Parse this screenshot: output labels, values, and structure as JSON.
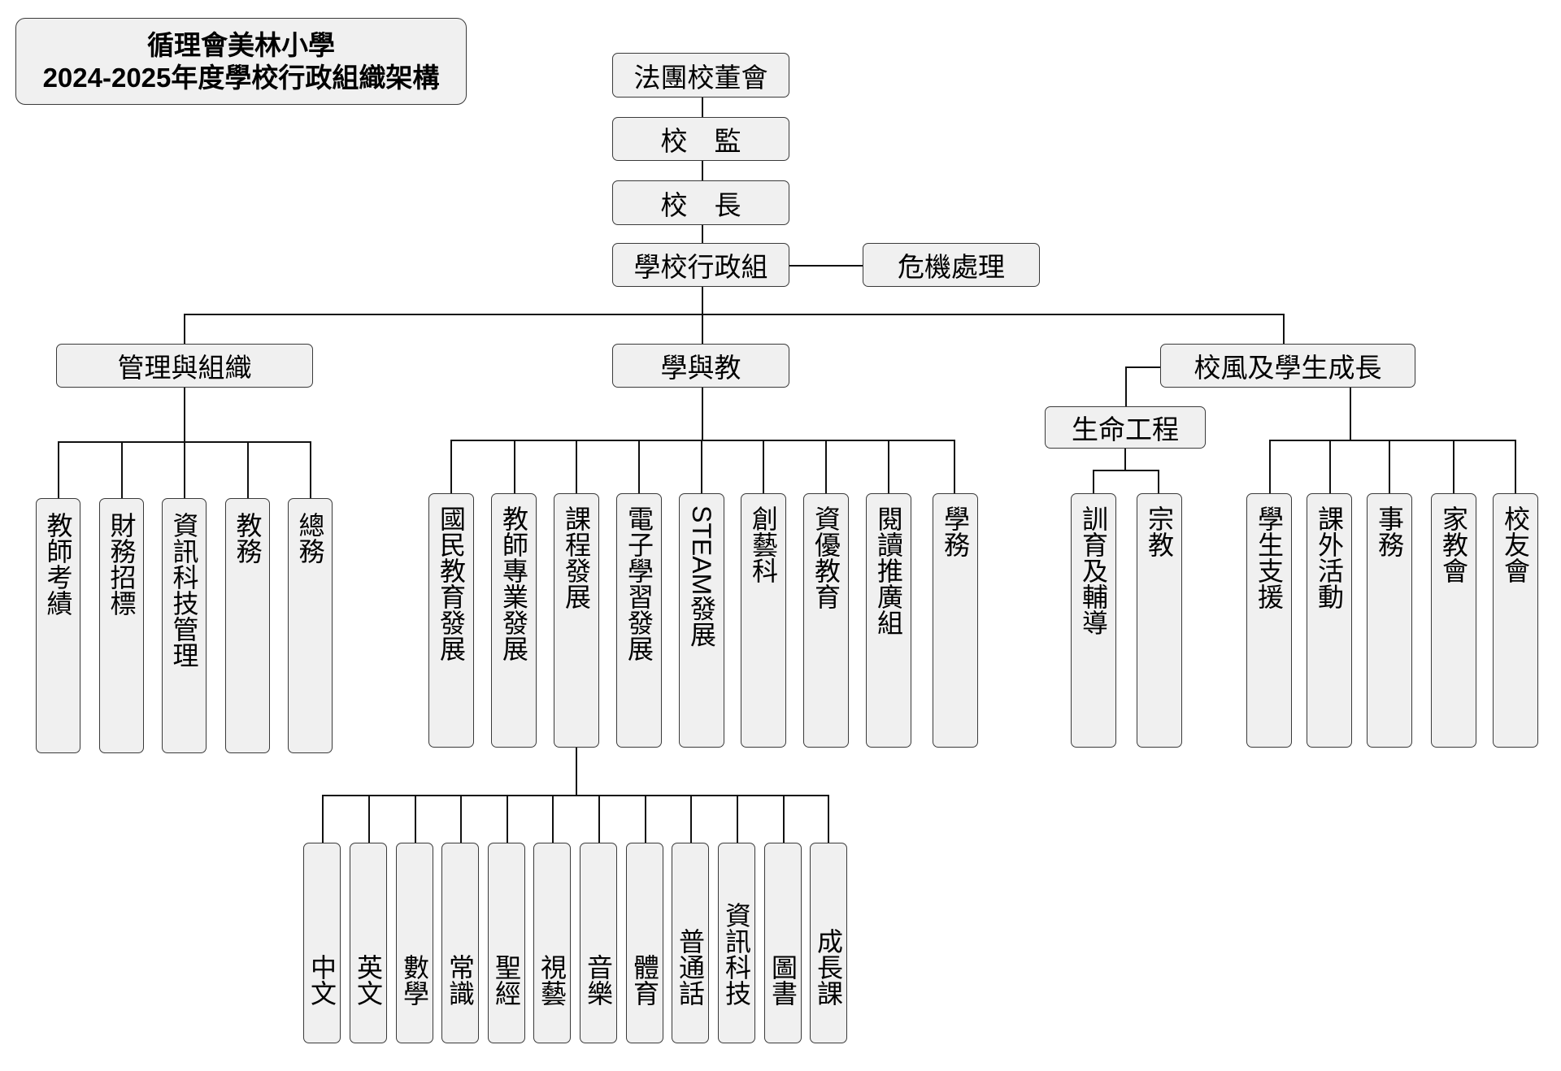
{
  "title": {
    "line1": "循理會美林小學",
    "line2": "2024-2025年度學校行政組織架構"
  },
  "nodes": {
    "board": "法團校董會",
    "supervisor": "校　監",
    "principal": "校　長",
    "admin": "學校行政組",
    "crisis": "危機處理",
    "mgmt": "管理與組織",
    "learn": "學與教",
    "ethos": "校風及學生成長",
    "life": "生命工程"
  },
  "mgmt_items": [
    "教師考績",
    "財務招標",
    "資訊科技管理",
    "教務",
    "總務"
  ],
  "learn_items": [
    "國民教育發展",
    "教師專業發展",
    "課程發展",
    "電子學習發展",
    "STEAM發展",
    "創藝科",
    "資優教育",
    "閱讀推廣組",
    "學務"
  ],
  "life_items": [
    "訓育及輔導",
    "宗教"
  ],
  "ethos_items": [
    "學生支援",
    "課外活動",
    "事務",
    "家教會",
    "校友會"
  ],
  "subject_items": [
    "中文",
    "英文",
    "數學",
    "常識",
    "聖經",
    "視藝",
    "音樂",
    "體育",
    "普通話",
    "資訊科技",
    "圖書",
    "成長課"
  ]
}
